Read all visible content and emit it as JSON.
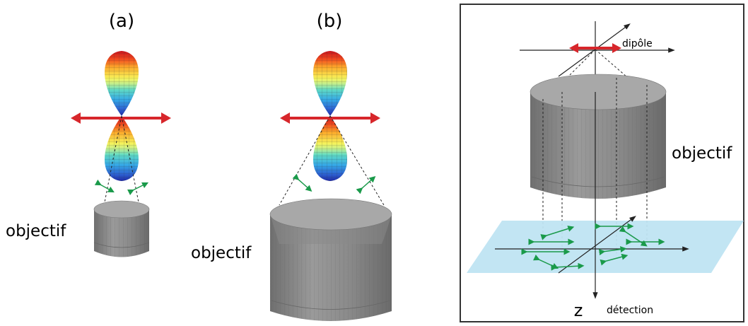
{
  "panel_a": {
    "label": "(a)",
    "objective_label": "objectif"
  },
  "panel_b": {
    "label": "(b)",
    "objective_label": "objectif"
  },
  "panel_c": {
    "dipole_label": "dipôle",
    "objective_label": "objectif",
    "axis_label": "z",
    "detection_label": "détection"
  },
  "colors": {
    "dipole_arrow": "#d7262b",
    "green_arrow": "#1a9a4a",
    "objective_body": "#8d8d8d",
    "objective_top": "#a5a5a5",
    "detection_plane": "#bfe4f2",
    "frame": "#000000"
  }
}
